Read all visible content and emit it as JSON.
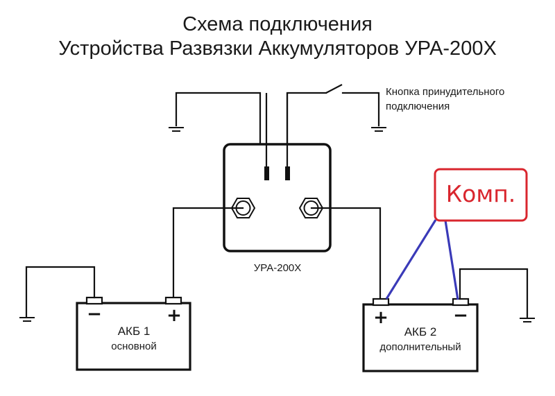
{
  "title": {
    "line1": "Схема подключения",
    "line2": "Устройства Развязки Аккумуляторов УРА-200Х"
  },
  "device": {
    "label": "УРА-200Х"
  },
  "button": {
    "label_line1": "Кнопка принудительного",
    "label_line2": "подключения"
  },
  "battery1": {
    "name": "АКБ 1",
    "subtitle": "основной",
    "minus_sign": "−",
    "plus_sign": "+"
  },
  "battery2": {
    "name": "АКБ 2",
    "subtitle": "дополнительный",
    "plus_sign": "+",
    "minus_sign": "−"
  },
  "compressor": {
    "label": "Комп."
  },
  "colors": {
    "wire": "#111111",
    "compressor_border": "#d9262e",
    "compressor_text": "#d9262e",
    "compressor_wire": "#3a3ab8"
  }
}
